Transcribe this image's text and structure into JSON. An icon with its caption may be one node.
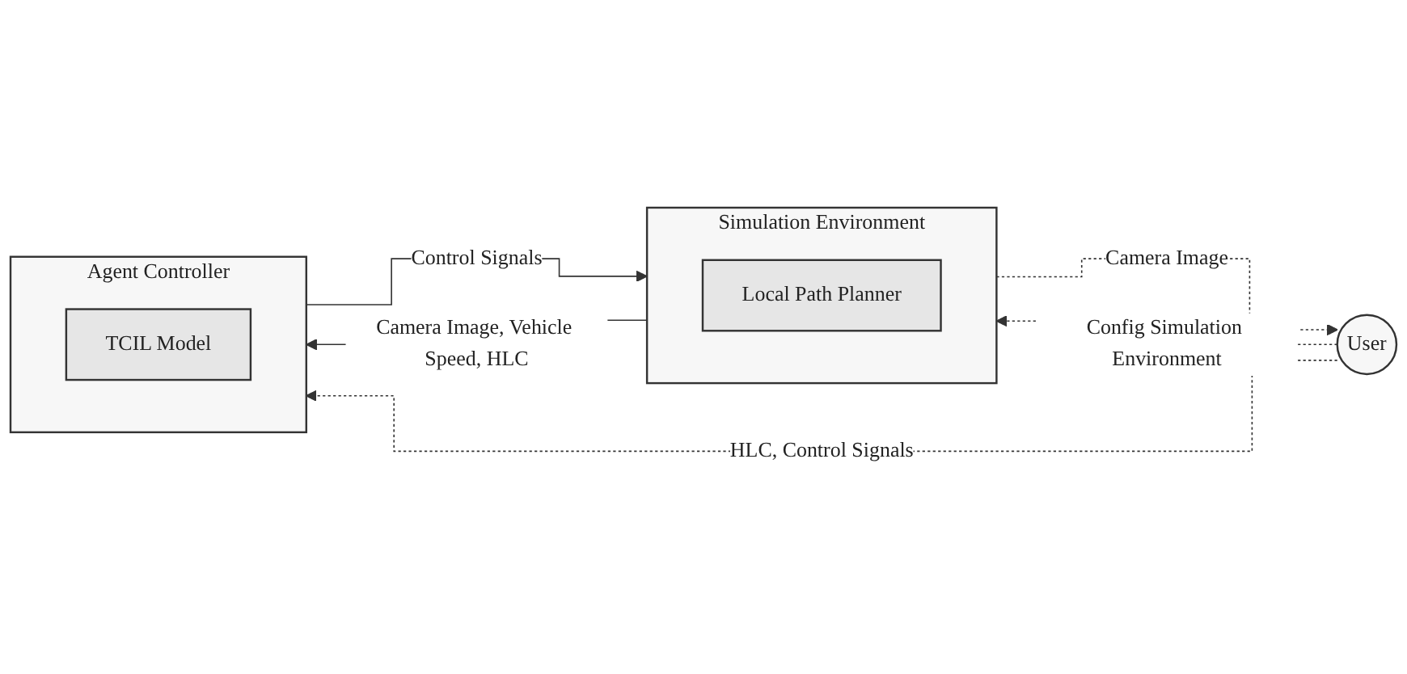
{
  "diagram": {
    "nodes": [
      {
        "text": [
          "Simulation Environment"
        ]
      },
      {
        "text": [
          "Local Path Planner"
        ],
        "in": 0
      },
      {
        "text": [
          "Agent Controller"
        ]
      },
      {
        "text": [
          "TCIL Model"
        ],
        "in": 2
      },
      {
        "text": [
          "User"
        ]
      }
    ],
    "edges": [
      {
        "from": 0,
        "to": 2,
        "arrow": "to",
        "label": "Camera Image, Vehicle Speed, HLC"
      },
      {
        "from": 0,
        "to": 4,
        "arrow": "to",
        "label": "Camera Image",
        "style": "dashed"
      },
      {
        "from": 2,
        "to": 0,
        "arrow": "to",
        "label": "Control Signals"
      },
      {
        "from": 4,
        "to": 2,
        "arrow": "to",
        "label": "HLC, Control Signals",
        "style": "dashed"
      },
      {
        "from": 4,
        "to": 0,
        "arrow": "to",
        "label": "Config Simulation Environment",
        "style": "dashed"
      }
    ]
  }
}
